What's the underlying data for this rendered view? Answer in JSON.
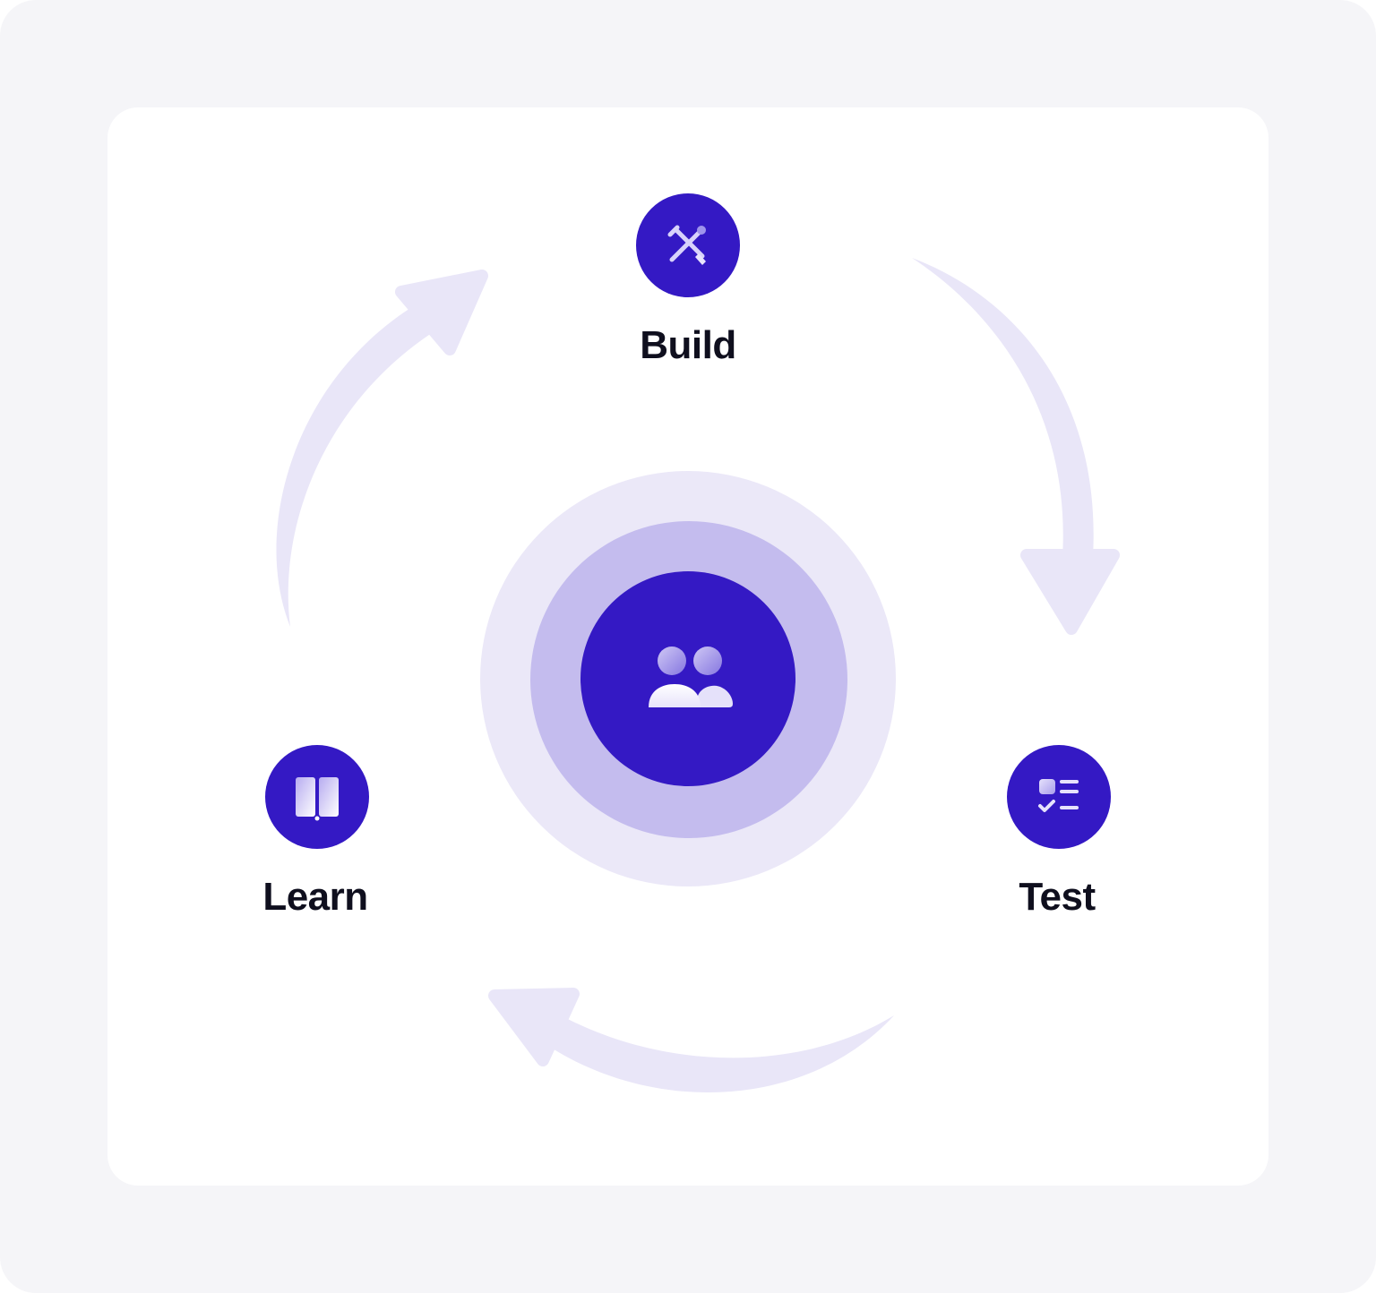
{
  "colors": {
    "background": "#f5f5f8",
    "card": "#ffffff",
    "accent": "#3419c4",
    "arrow": "#e9e6f8",
    "hub_ring_outer": "#ebe8f8",
    "hub_ring_middle": "#c4bcee",
    "label_text": "#0f0f1e"
  },
  "cycle": {
    "center": {
      "icon": "users-icon"
    },
    "steps": [
      {
        "label": "Build",
        "icon": "tools-icon"
      },
      {
        "label": "Test",
        "icon": "checklist-icon"
      },
      {
        "label": "Learn",
        "icon": "book-icon"
      }
    ],
    "arrows": [
      {
        "from": "Build",
        "to": "Test"
      },
      {
        "from": "Test",
        "to": "Learn"
      },
      {
        "from": "Learn",
        "to": "Build"
      }
    ]
  }
}
